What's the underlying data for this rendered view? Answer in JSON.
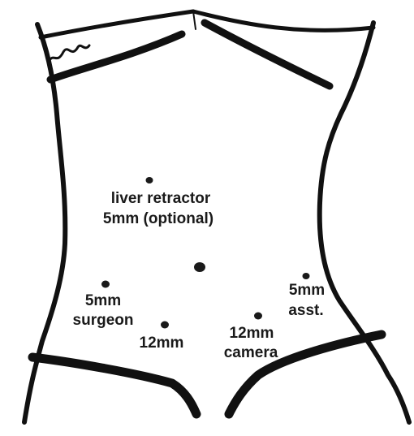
{
  "ports": [
    {
      "id": "liver-retractor",
      "lines": [
        "liver retractor",
        "5mm (optional)"
      ]
    },
    {
      "id": "surgeon",
      "lines": [
        "5mm",
        "surgeon"
      ]
    },
    {
      "id": "center",
      "lines": [
        "12mm"
      ]
    },
    {
      "id": "camera",
      "lines": [
        "12mm",
        "camera"
      ]
    },
    {
      "id": "assistant",
      "lines": [
        "5mm",
        "asst."
      ]
    }
  ],
  "colors": {
    "ink": "#111111",
    "background": "#ffffff"
  }
}
